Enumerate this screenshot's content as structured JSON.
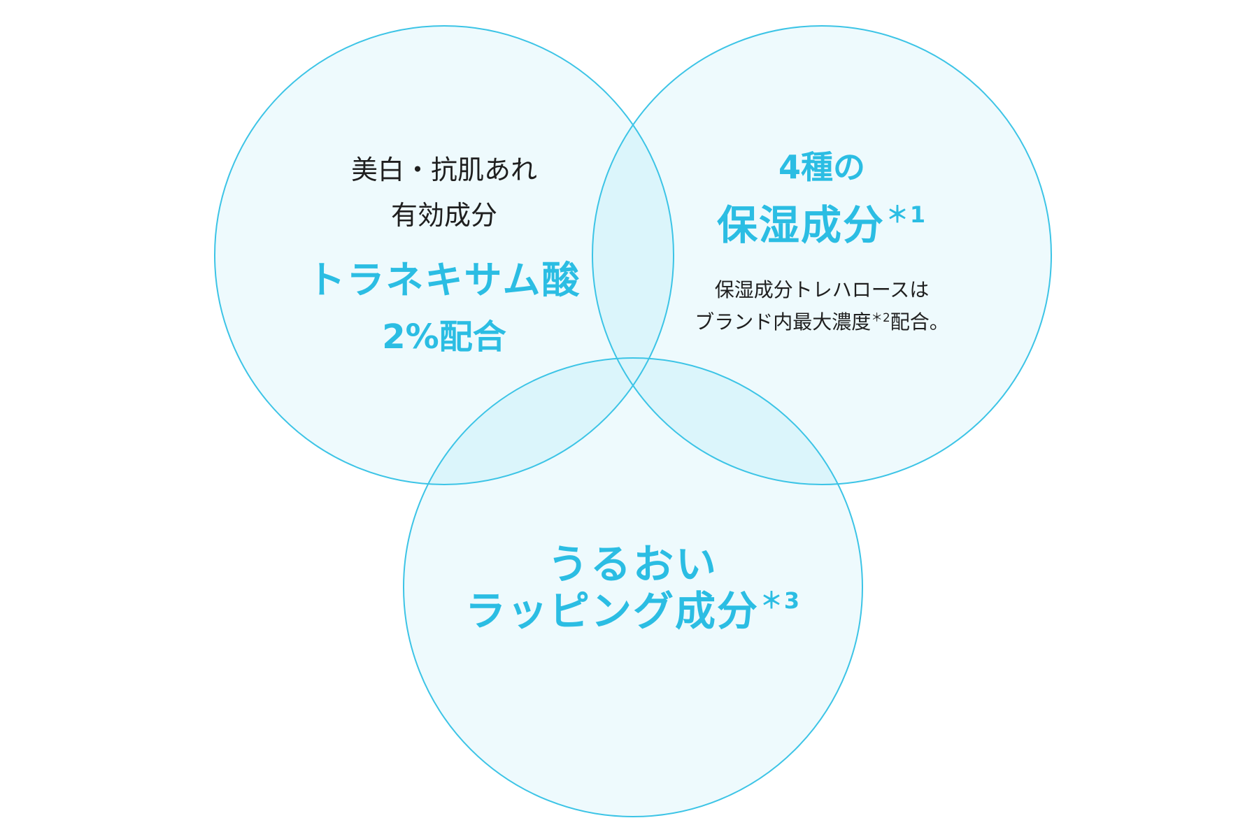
{
  "colors": {
    "accent": "#2bbde3",
    "circle_stroke": "#3cc4e6",
    "circle_fill": "#eefafd",
    "overlap_fill": "#dbf5fb",
    "text_dark": "#1f1f1f"
  },
  "left_circle": {
    "line1": "美白・抗肌あれ",
    "line2": "有効成分",
    "highlight": "トラネキサム酸",
    "subhighlight": "2%配合"
  },
  "right_circle": {
    "highlight_line1": "4種の",
    "highlight_line2": "保湿成分",
    "highlight_mark": "＊1",
    "note_line1": "保湿成分トレハロースは",
    "note_line2": "ブランド内最大濃度",
    "note_mark": "＊2",
    "note_line2_end": "配合。"
  },
  "bottom_circle": {
    "highlight_line1": "うるおい",
    "highlight_line2": "ラッピング成分",
    "highlight_mark": "＊3"
  }
}
